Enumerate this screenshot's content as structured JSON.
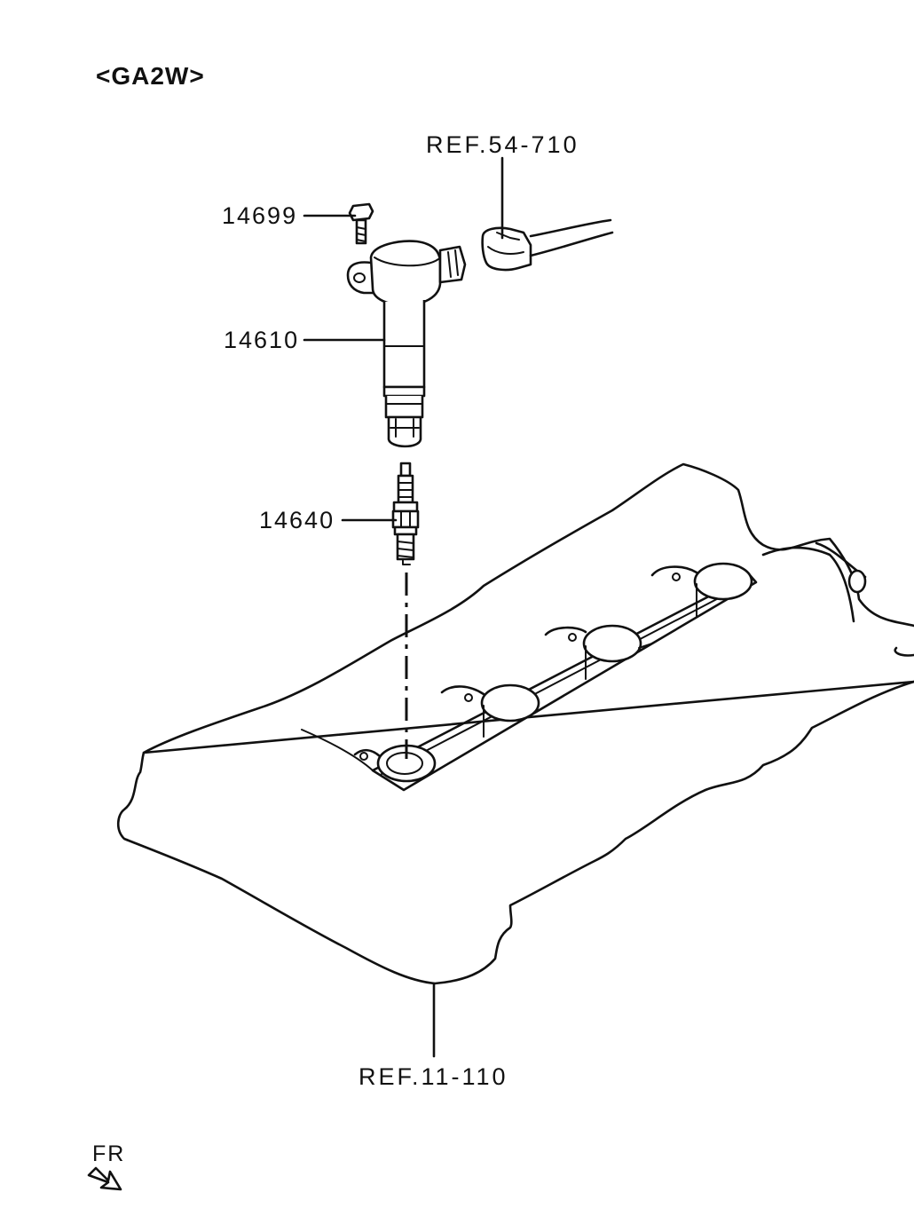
{
  "diagram": {
    "title": "<GA2W>",
    "callouts": [
      {
        "id": "bolt",
        "label": "14699"
      },
      {
        "id": "ignition-coil",
        "label": "14610"
      },
      {
        "id": "spark-plug",
        "label": "14640"
      }
    ],
    "references": {
      "connector": "REF.54-710",
      "cover": "REF.11-110"
    },
    "orientation": "FR"
  }
}
